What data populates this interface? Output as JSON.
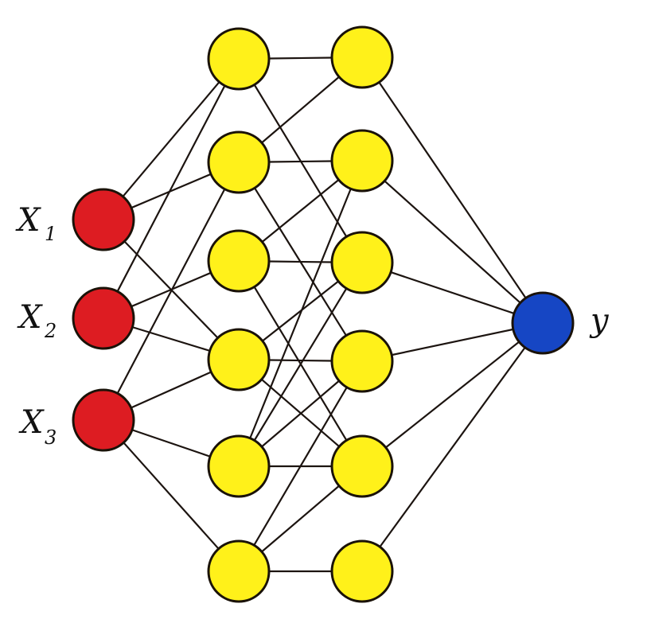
{
  "colors": {
    "input": "#dd1c22",
    "hidden": "#fff11a",
    "output": "#1646c4",
    "edge": "#1c1410"
  },
  "labels": {
    "x1": {
      "main": "X",
      "sub": "1"
    },
    "x2": {
      "main": "X",
      "sub": "2"
    },
    "x3": {
      "main": "X",
      "sub": "3"
    },
    "y": "y"
  },
  "layers": [
    {
      "name": "input",
      "nodes": [
        "x1",
        "x2",
        "x3"
      ]
    },
    {
      "name": "hidden-1",
      "nodes": [
        "h1a",
        "h1b",
        "h1c",
        "h1d",
        "h1e",
        "h1f"
      ]
    },
    {
      "name": "hidden-2",
      "nodes": [
        "h2a",
        "h2b",
        "h2c",
        "h2d",
        "h2e",
        "h2f"
      ]
    },
    {
      "name": "output",
      "nodes": [
        "y"
      ]
    }
  ],
  "edges": [
    [
      "x1",
      "h1a"
    ],
    [
      "x1",
      "h1b"
    ],
    [
      "x1",
      "h1d"
    ],
    [
      "x2",
      "h1a"
    ],
    [
      "x2",
      "h1c"
    ],
    [
      "x2",
      "h1d"
    ],
    [
      "x3",
      "h1b"
    ],
    [
      "x3",
      "h1d"
    ],
    [
      "x3",
      "h1e"
    ],
    [
      "x3",
      "h1f"
    ],
    [
      "h1a",
      "h2a"
    ],
    [
      "h1a",
      "h2c"
    ],
    [
      "h1b",
      "h2a"
    ],
    [
      "h1b",
      "h2b"
    ],
    [
      "h1b",
      "h2d"
    ],
    [
      "h1c",
      "h2b"
    ],
    [
      "h1c",
      "h2c"
    ],
    [
      "h1c",
      "h2e"
    ],
    [
      "h1d",
      "h2c"
    ],
    [
      "h1d",
      "h2d"
    ],
    [
      "h1d",
      "h2e"
    ],
    [
      "h1e",
      "h2b"
    ],
    [
      "h1e",
      "h2c"
    ],
    [
      "h1e",
      "h2d"
    ],
    [
      "h1e",
      "h2e"
    ],
    [
      "h1f",
      "h2d"
    ],
    [
      "h1f",
      "h2e"
    ],
    [
      "h1f",
      "h2f"
    ],
    [
      "h2a",
      "y"
    ],
    [
      "h2b",
      "y"
    ],
    [
      "h2c",
      "y"
    ],
    [
      "h2d",
      "y"
    ],
    [
      "h2e",
      "y"
    ],
    [
      "h2f",
      "y"
    ]
  ]
}
